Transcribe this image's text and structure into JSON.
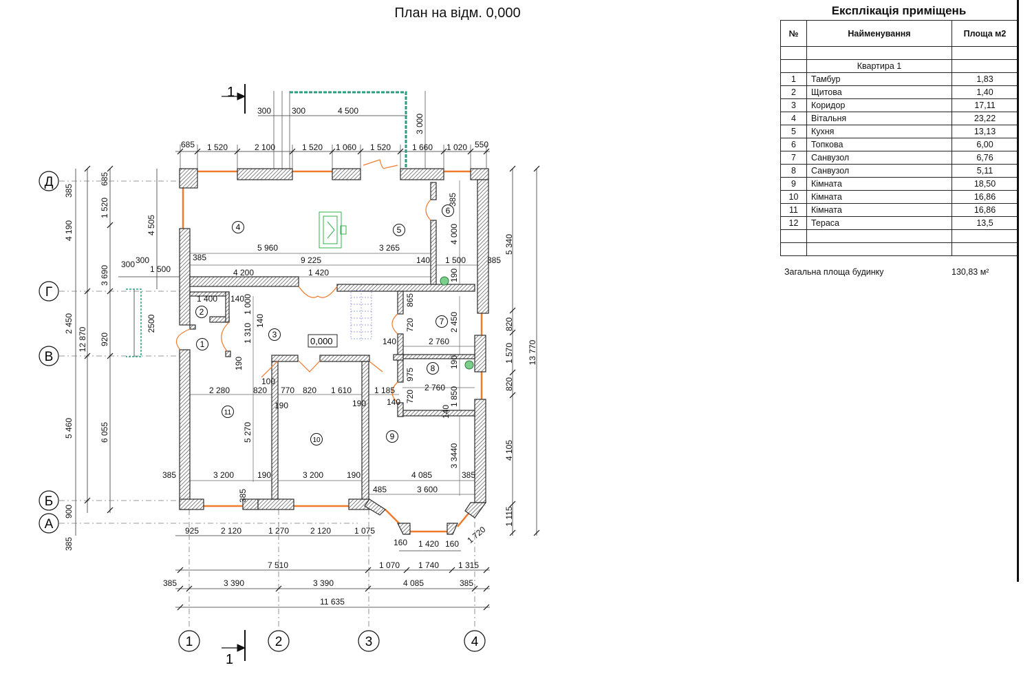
{
  "plan_title": "План на відм. 0,000",
  "explication": {
    "title": "Експлікація приміщень",
    "headers": [
      "№",
      "Найменування",
      "Площа м2"
    ],
    "group": "Квартира 1",
    "rows": [
      {
        "n": "1",
        "name": "Тамбур",
        "area": "1,83"
      },
      {
        "n": "2",
        "name": "Щитова",
        "area": "1,40"
      },
      {
        "n": "3",
        "name": "Коридор",
        "area": "17,11"
      },
      {
        "n": "4",
        "name": "Вітальня",
        "area": "23,22"
      },
      {
        "n": "5",
        "name": "Кухня",
        "area": "13,13"
      },
      {
        "n": "6",
        "name": "Топкова",
        "area": "6,00"
      },
      {
        "n": "7",
        "name": "Санвузол",
        "area": "6,76"
      },
      {
        "n": "8",
        "name": "Санвузол",
        "area": "5,11"
      },
      {
        "n": "9",
        "name": "Кімната",
        "area": "18,50"
      },
      {
        "n": "10",
        "name": "Кімната",
        "area": "16,86"
      },
      {
        "n": "11",
        "name": "Кімната",
        "area": "16,86"
      },
      {
        "n": "12",
        "name": "Тераса",
        "area": "13,5"
      }
    ],
    "total_label": "Загальна площа будинку",
    "total_value": "130,83 м²"
  },
  "axes": {
    "rows": [
      "Д",
      "Г",
      "В",
      "Б",
      "А"
    ],
    "cols": [
      "1",
      "2",
      "3",
      "4"
    ]
  },
  "section_mark": "1",
  "level_mark": "0,000",
  "room_numbers": [
    "1",
    "2",
    "3",
    "4",
    "5",
    "6",
    "7",
    "8",
    "9",
    "10",
    "11"
  ],
  "dims": {
    "terrace": [
      "300",
      "300",
      "4 500",
      "3 000"
    ],
    "top": [
      "685",
      "1 520",
      "2 100",
      "1 520",
      "1 060",
      "1 520",
      "1 660",
      "1 020",
      "550"
    ],
    "left_outer": [
      "385",
      "4 190",
      "2 450",
      "5 460",
      "900",
      "385"
    ],
    "left_mid": [
      "685",
      "1 520",
      "3 690",
      "920",
      "6 055",
      "12 870"
    ],
    "left_inner": [
      "4 505",
      "2500",
      "300",
      "300",
      "1 500"
    ],
    "right": [
      "5 340",
      "820",
      "1 570",
      "820",
      "4 105",
      "1 115",
      "13 770"
    ],
    "bottom1": [
      "925",
      "2 120",
      "1 270",
      "2 120",
      "1 075"
    ],
    "bay": [
      "160",
      "1 420",
      "160",
      "1 720"
    ],
    "bottom2": [
      "7 510",
      "1 070",
      "1 740",
      "1 315"
    ],
    "bottom3": [
      "385",
      "3 390",
      "3 390",
      "4 085",
      "385"
    ],
    "bottom4": [
      "11 635"
    ],
    "inner": [
      "5 960",
      "3 265",
      "385",
      "9 225",
      "140",
      "1 500",
      "385",
      "4 200",
      "1 420",
      "385",
      "4 000",
      "190",
      "1 400",
      "140",
      "1 000",
      "140",
      "1 310",
      "865",
      "720",
      "2 450",
      "140",
      "2 760",
      "190",
      "190",
      "975",
      "720",
      "2 760",
      "1 850",
      "100",
      "2 280",
      "820",
      "770",
      "820",
      "1 610",
      "1 185",
      "190",
      "190",
      "140",
      "140",
      "5 270",
      "3 3440",
      "385",
      "3 200",
      "190",
      "3 200",
      "190",
      "4 085",
      "385",
      "485",
      "3 600",
      "385"
    ]
  },
  "colors": {
    "wall": "#2b2b2b",
    "window": "#f07a2a",
    "terrace": "#2a9d80",
    "fixture": "#2db34a",
    "stair": "#7a86d6"
  }
}
